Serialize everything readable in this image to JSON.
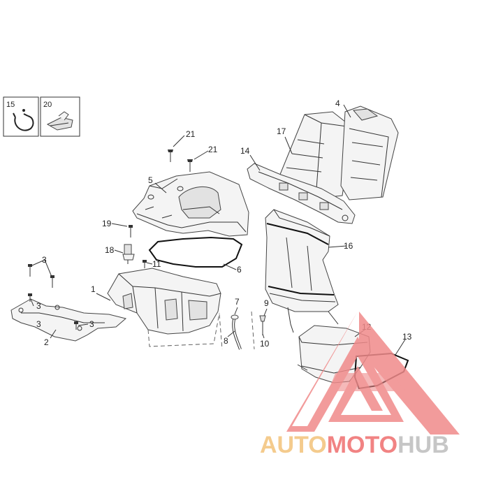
{
  "thumbnails": [
    {
      "label": "15",
      "icon": "clamp-ring-icon"
    },
    {
      "label": "20",
      "icon": "clip-icon"
    }
  ],
  "callouts": [
    "1",
    "2",
    "3",
    "3",
    "3",
    "3",
    "4",
    "5",
    "6",
    "7",
    "8",
    "9",
    "10",
    "11",
    "12",
    "13",
    "14",
    "16",
    "17",
    "18",
    "19",
    "21",
    "21"
  ],
  "watermark": {
    "part1": "AUTO",
    "part2": "MOTO",
    "part3": "HUB",
    "color_auto": "#f3c27a",
    "color_moto": "#ef6e6e",
    "color_hub": "#bdbdbd",
    "triangle_color": "#f08a8a"
  }
}
